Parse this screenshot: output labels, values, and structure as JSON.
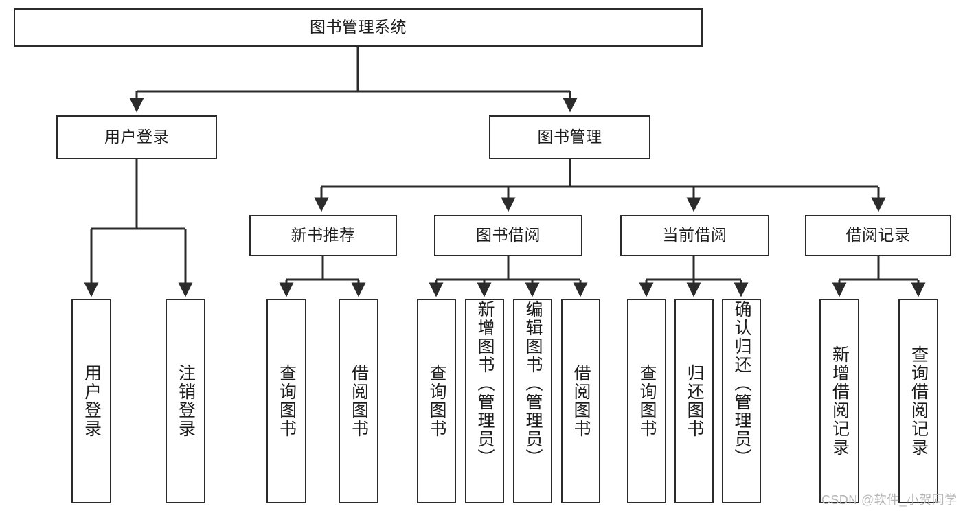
{
  "diagram": {
    "type": "tree-hierarchy-chart",
    "title": "图书管理系统",
    "root": {
      "id": "root",
      "label": "图书管理系统"
    },
    "level2": [
      {
        "id": "user-login",
        "label": "用户登录"
      },
      {
        "id": "book-manage",
        "label": "图书管理"
      }
    ],
    "level3": [
      {
        "id": "new-book-recommend",
        "label": "新书推荐"
      },
      {
        "id": "book-borrow",
        "label": "图书借阅"
      },
      {
        "id": "current-borrow",
        "label": "当前借阅"
      },
      {
        "id": "borrow-record",
        "label": "借阅记录"
      }
    ],
    "leaves": [
      {
        "id": "leaf-user-login",
        "label": "用户登录",
        "parent": "user-login",
        "align": "center"
      },
      {
        "id": "leaf-logout-login",
        "label": "注销登录",
        "parent": "user-login",
        "align": "center"
      },
      {
        "id": "leaf-query-book-1",
        "label": "查询图书",
        "parent": "new-book-recommend",
        "align": "center"
      },
      {
        "id": "leaf-borrow-book-1",
        "label": "借阅图书",
        "parent": "new-book-recommend",
        "align": "center"
      },
      {
        "id": "leaf-query-book-2",
        "label": "查询图书",
        "parent": "book-borrow",
        "align": "center"
      },
      {
        "id": "leaf-add-book-admin",
        "label": "新增图书（管理员）",
        "parent": "book-borrow",
        "align": "top"
      },
      {
        "id": "leaf-edit-book-admin",
        "label": "编辑图书（管理员）",
        "parent": "book-borrow",
        "align": "top"
      },
      {
        "id": "leaf-borrow-book-2",
        "label": "借阅图书",
        "parent": "book-borrow",
        "align": "center"
      },
      {
        "id": "leaf-query-book-3",
        "label": "查询图书",
        "parent": "current-borrow",
        "align": "center"
      },
      {
        "id": "leaf-return-book",
        "label": "归还图书",
        "parent": "current-borrow",
        "align": "center"
      },
      {
        "id": "leaf-confirm-return-admin",
        "label": "确认归还（管理员）",
        "parent": "current-borrow",
        "align": "top"
      },
      {
        "id": "leaf-add-borrow-record",
        "label": "新增借阅记录",
        "parent": "borrow-record",
        "align": "center"
      },
      {
        "id": "leaf-query-borrow-record",
        "label": "查询借阅记录",
        "parent": "borrow-record",
        "align": "center"
      }
    ],
    "watermark": "CSDN @软件_小贺同学",
    "colors": {
      "stroke": "#2b2b2b",
      "fill": "#ffffff",
      "text": "#1d1d1d",
      "watermark": "#b6b6b6"
    }
  }
}
